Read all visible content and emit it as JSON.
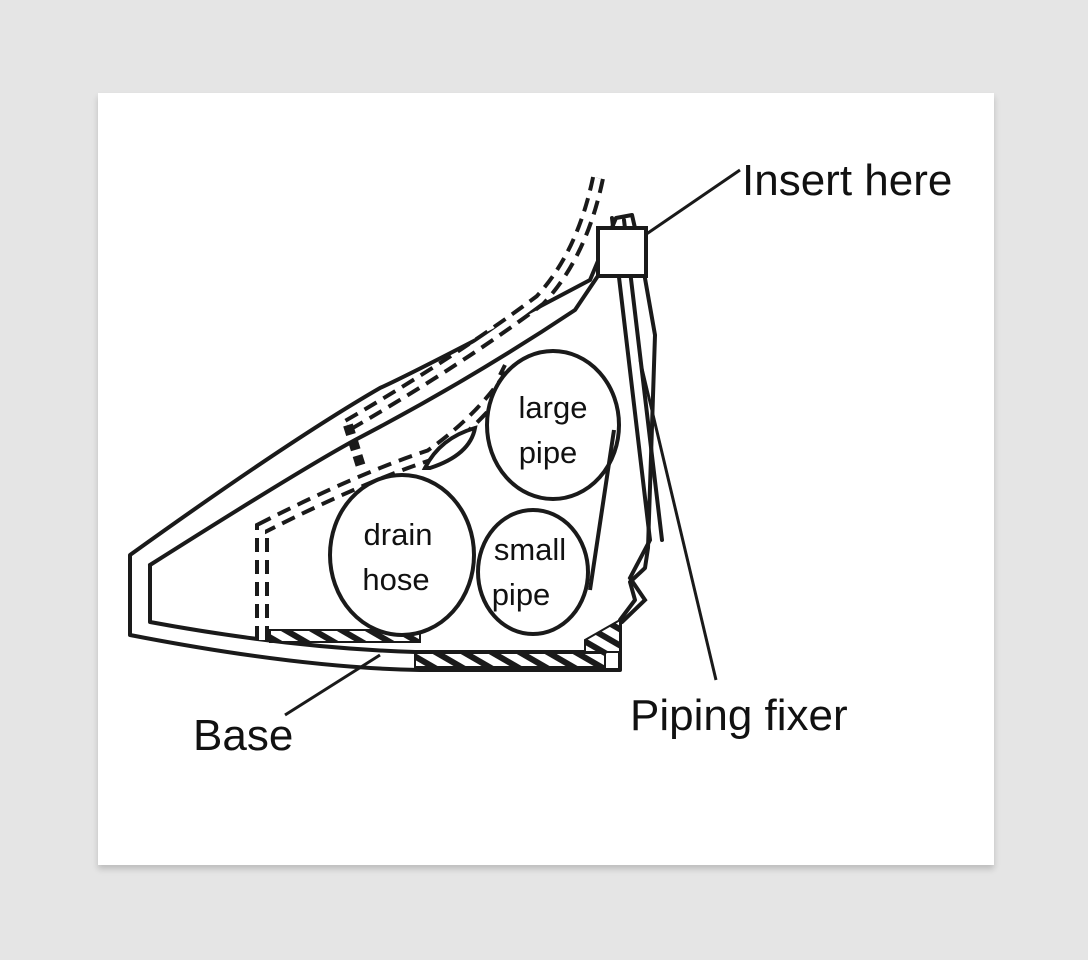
{
  "labels": {
    "insert_here": "Insert here",
    "piping_fixer": "Piping fixer",
    "base": "Base",
    "large_pipe_line1": "large",
    "large_pipe_line2": "pipe",
    "small_pipe_line1": "small",
    "small_pipe_line2": "pipe",
    "drain_hose_line1": "drain",
    "drain_hose_line2": "hose"
  },
  "colors": {
    "background": "#e5e5e5",
    "card": "#ffffff",
    "stroke": "#1a1a1a"
  }
}
